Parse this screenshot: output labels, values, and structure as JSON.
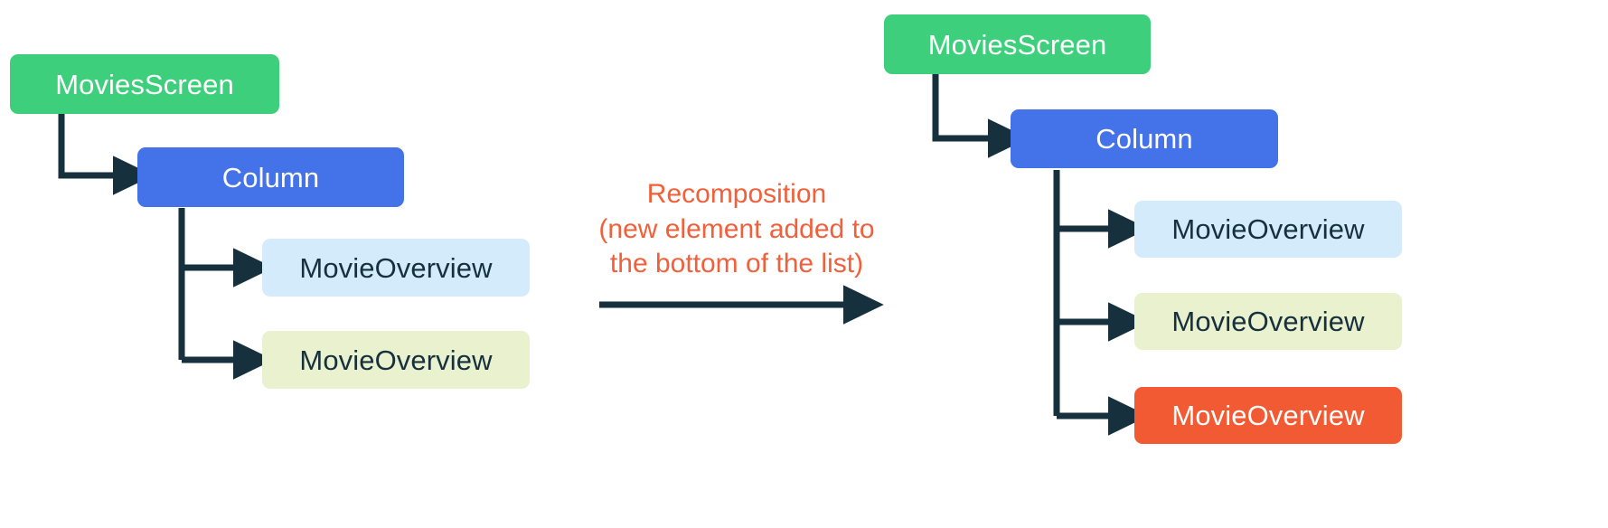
{
  "diagram": {
    "type": "composition-tree-recomposition",
    "title_text_present": false,
    "colors": {
      "screen_node": "#3ECF7C",
      "column_node": "#4472E8",
      "overview_node_1": "#D4EBFB",
      "overview_node_2": "#E9F1CF",
      "overview_node_new": "#F15A32",
      "connector": "#16303D",
      "caption": "#F1603A",
      "label_dark": "#16303D",
      "label_light": "#FFFFFF",
      "background": "#FFFFFF"
    },
    "before": {
      "nodes": [
        {
          "id": "movies-screen",
          "label": "MoviesScreen",
          "style": "green",
          "depth": 0
        },
        {
          "id": "column",
          "label": "Column",
          "style": "blue",
          "depth": 1
        },
        {
          "id": "movie-overview-1",
          "label": "MovieOverview",
          "style": "light-blue",
          "depth": 2
        },
        {
          "id": "movie-overview-2",
          "label": "MovieOverview",
          "style": "lime",
          "depth": 2
        }
      ],
      "edges": [
        {
          "from": "movies-screen",
          "to": "column"
        },
        {
          "from": "column",
          "to": "movie-overview-1"
        },
        {
          "from": "column",
          "to": "movie-overview-2"
        }
      ]
    },
    "transition": {
      "caption_line_1": "Recomposition",
      "caption_line_2": "(new element added to",
      "caption_line_3": "the bottom of the list)",
      "caption_full": "Recomposition\n(new element added to\nthe bottom of the list)",
      "arrow_direction": "right"
    },
    "after": {
      "nodes": [
        {
          "id": "movies-screen",
          "label": "MoviesScreen",
          "style": "green",
          "depth": 0
        },
        {
          "id": "column",
          "label": "Column",
          "style": "blue",
          "depth": 1
        },
        {
          "id": "movie-overview-1",
          "label": "MovieOverview",
          "style": "light-blue",
          "depth": 2
        },
        {
          "id": "movie-overview-2",
          "label": "MovieOverview",
          "style": "lime",
          "depth": 2
        },
        {
          "id": "movie-overview-3",
          "label": "MovieOverview",
          "style": "orange",
          "depth": 2,
          "is_new": true
        }
      ],
      "edges": [
        {
          "from": "movies-screen",
          "to": "column"
        },
        {
          "from": "column",
          "to": "movie-overview-1"
        },
        {
          "from": "column",
          "to": "movie-overview-2"
        },
        {
          "from": "column",
          "to": "movie-overview-3"
        }
      ]
    }
  }
}
